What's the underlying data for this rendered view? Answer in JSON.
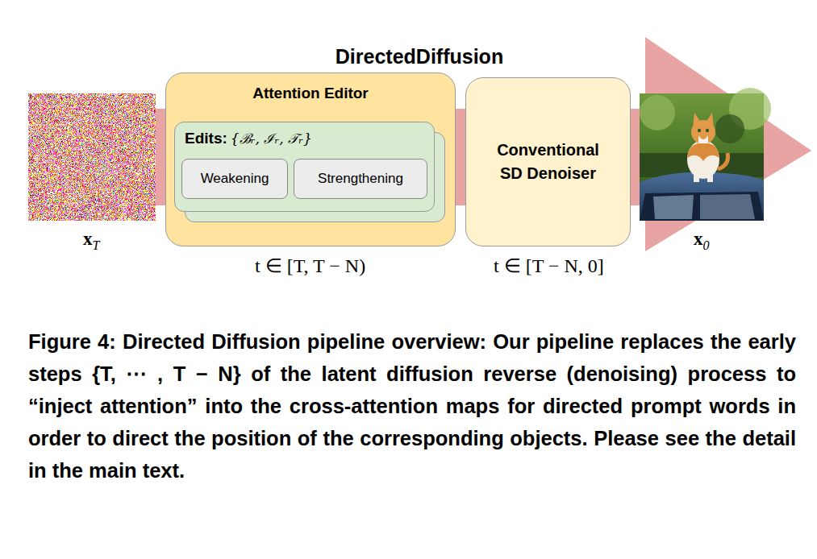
{
  "diagram": {
    "title": "DirectedDiffusion",
    "caption": "Figure 4: Directed Diffusion pipeline overview: Our pipeline replaces the early steps {T, ⋯ , T − N} of the latent diffusion reverse (denoising) process to “inject attention” into the cross-attention maps for directed prompt words in order to direct the position of the corresponding objects. Please see the detail in the main text.",
    "nodes": [
      {
        "text": [
          "Attention Editor"
        ]
      },
      {
        "text": [
          "Edits:",
          "{ℬᵣ, ℐᵣ, 𝒯ᵣ}"
        ],
        "in": 0
      },
      {
        "text": [
          "Weakening"
        ],
        "in": 1
      },
      {
        "text": [
          "Strengthening"
        ],
        "in": 1
      },
      {
        "text": [
          "Conventional SD Denoiser"
        ]
      }
    ],
    "edges": [
      {
        "from": 0,
        "to": 4,
        "arrow": "none"
      }
    ],
    "labels": [
      "xT",
      "t ∈ [T, T − N)",
      "t ∈ [T − N, 0]",
      "x0"
    ]
  }
}
